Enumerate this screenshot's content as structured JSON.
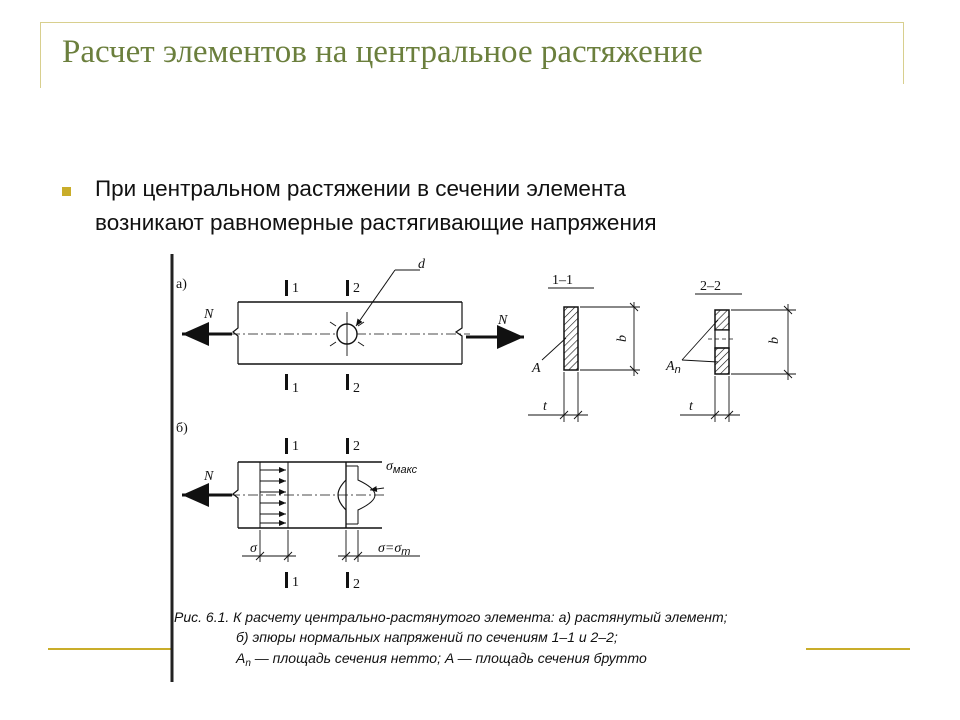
{
  "slide": {
    "title": "Расчет элементов на центральное растяжение",
    "bullet_line1": "При центральном растяжении  в сечении элемента",
    "bullet_line2": "возникают равномерные растягивающие напряжения"
  },
  "figure": {
    "panel_a": "а)",
    "panel_b": "б)",
    "section_1": "1",
    "section_2": "2",
    "force": "N",
    "hole_label": "d",
    "section_11_title": "1–1",
    "section_22_title": "2–2",
    "gross_area": "A",
    "net_area": "A",
    "net_area_sub": "n",
    "thickness": "t",
    "width": "b",
    "sigma": "σ",
    "sigma_max": "σ",
    "sigma_max_sub": "макс",
    "sigma_eq": "σ=σ",
    "sigma_eq_sub": "m",
    "caption_line1": "Рис. 6.1. К расчету центрально-растянутого элемента: а) растянутый элемент;",
    "caption_line2": "б) эпюры нормальных напряжений по сечениям 1–1 и 2–2;",
    "caption_line3": "A",
    "caption_line3_sub": "n",
    "caption_line3_rest": " — площадь сечения нетто; A — площадь сечения брутто"
  }
}
